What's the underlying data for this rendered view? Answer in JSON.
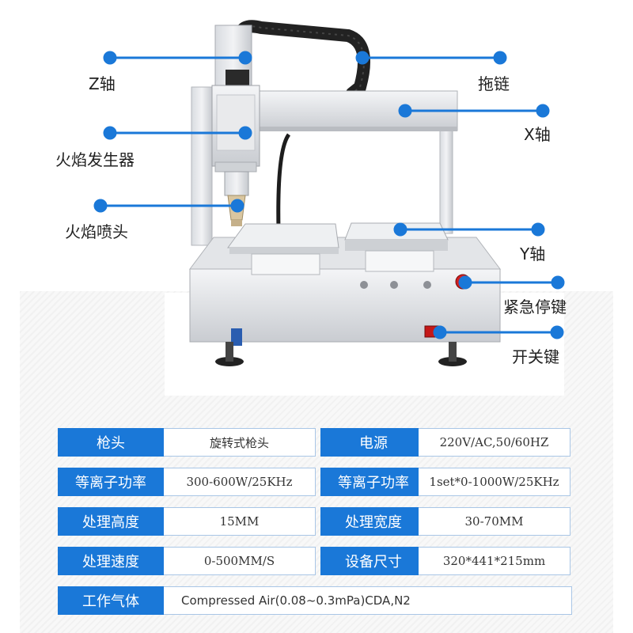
{
  "callouts": {
    "z_axis": "Z轴",
    "drag_chain": "拖链",
    "x_axis": "X轴",
    "flame_generator": "火焰发生器",
    "flame_nozzle": "火焰喷头",
    "y_axis": "Y轴",
    "emergency_stop": "紧急停键",
    "power_switch": "开关键"
  },
  "colors": {
    "accent": "#1a78d8",
    "callout_line": "#1a78d8",
    "label_text": "#ffffff"
  },
  "specs": [
    {
      "left_label": "枪头",
      "left_value": "旋转式枪头",
      "right_label": "电源",
      "right_value": "220V/AC,50/60HZ"
    },
    {
      "left_label": "等离子功率",
      "left_value": "300-600W/25KHz",
      "right_label": "等离子功率",
      "right_value": "1set*0-1000W/25KHz"
    },
    {
      "left_label": "处理高度",
      "left_value": "15MM",
      "right_label": "处理宽度",
      "right_value": "30-70MM"
    },
    {
      "left_label": "处理速度",
      "left_value": "0-500MM/S",
      "right_label": "设备尺寸",
      "right_value": "320*441*215mm"
    }
  ],
  "gas": {
    "label": "工作气体",
    "value": "Compressed Air(0.08~0.3mPa)CDA,N2"
  }
}
